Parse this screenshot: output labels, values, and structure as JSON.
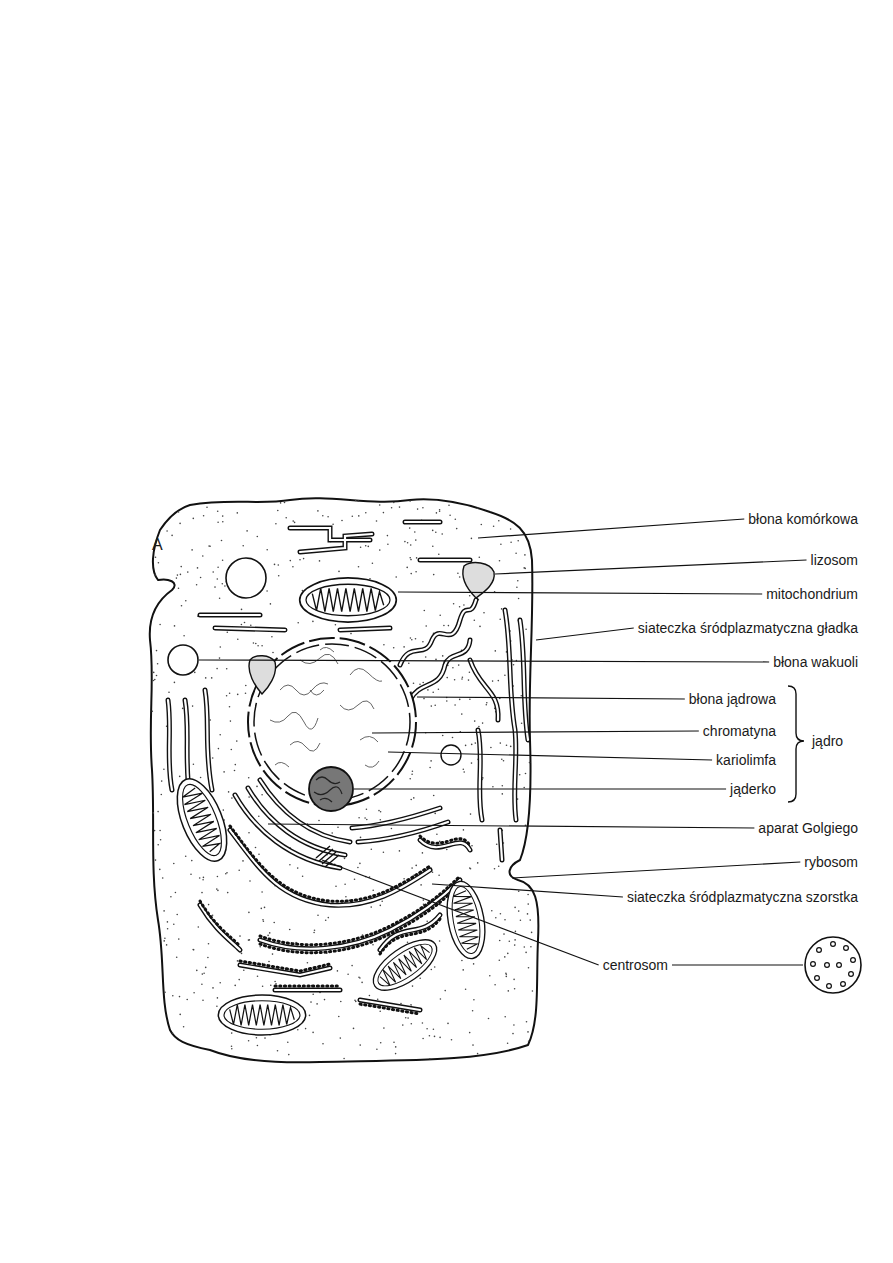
{
  "diagram": {
    "labels": [
      "A",
      "błona komórkowa",
      "lizosom",
      "mitochondrium",
      "siateczka śródplazmatyczna gładka",
      "błona wakuoli",
      "błona jądrowa",
      "chromatyna",
      "kariolimfa",
      "jąderko",
      "jądro",
      "aparat Golgiego",
      "rybosom",
      "siateczka śródplazmatyczna szorstka",
      "centrosom"
    ]
  }
}
